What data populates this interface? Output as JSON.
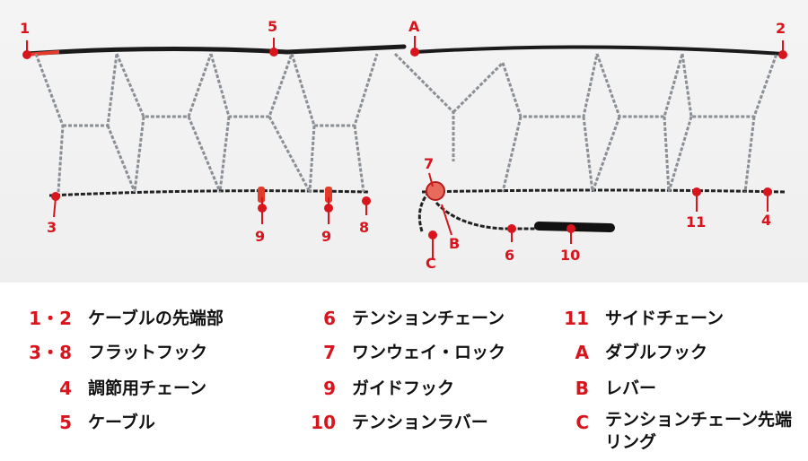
{
  "diagram": {
    "callouts": [
      {
        "id": "c1",
        "text": "1"
      },
      {
        "id": "c5",
        "text": "5"
      },
      {
        "id": "cA",
        "text": "A"
      },
      {
        "id": "c2",
        "text": "2"
      },
      {
        "id": "c7",
        "text": "7"
      },
      {
        "id": "c3",
        "text": "3"
      },
      {
        "id": "c9a",
        "text": "9"
      },
      {
        "id": "c9b",
        "text": "9"
      },
      {
        "id": "c8",
        "text": "8"
      },
      {
        "id": "cB",
        "text": "B"
      },
      {
        "id": "cC",
        "text": "C"
      },
      {
        "id": "c6",
        "text": "6"
      },
      {
        "id": "c10",
        "text": "10"
      },
      {
        "id": "c11",
        "text": "11"
      },
      {
        "id": "c4",
        "text": "4"
      }
    ]
  },
  "legend": {
    "col1": [
      {
        "num": "1・2",
        "label": "ケーブルの先端部"
      },
      {
        "num": "3・8",
        "label": "フラットフック"
      },
      {
        "num": "4",
        "label": "調節用チェーン"
      },
      {
        "num": "5",
        "label": "ケーブル"
      }
    ],
    "col2": [
      {
        "num": "6",
        "label": "テンションチェーン"
      },
      {
        "num": "7",
        "label": "ワンウェイ・ロック"
      },
      {
        "num": "9",
        "label": "ガイドフック"
      },
      {
        "num": "10",
        "label": "テンションラバー"
      }
    ],
    "col3": [
      {
        "num": "11",
        "label": "サイドチェーン"
      },
      {
        "num": "A",
        "label": "ダブルフック"
      },
      {
        "num": "B",
        "label": "レバー"
      },
      {
        "num": "C",
        "label": "テンションチェーン先端リング"
      }
    ]
  },
  "colors": {
    "accent": "#d8141c",
    "chain": "#8a8f96",
    "cable": "#1a1a1a"
  }
}
